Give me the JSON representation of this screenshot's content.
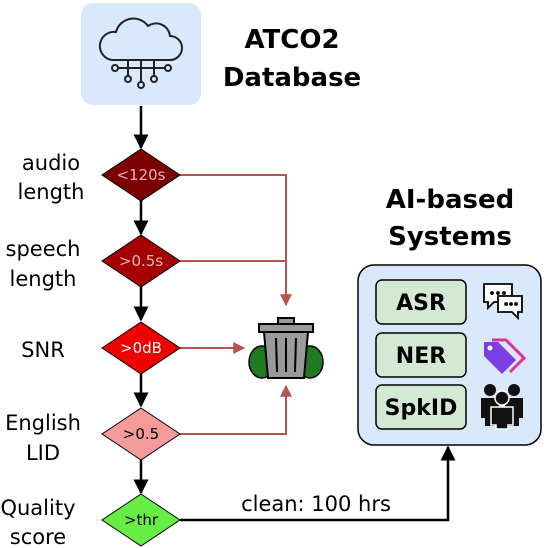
{
  "database": {
    "line1": "ATCO2",
    "line2": "Database",
    "icon": "cloud-database-icon"
  },
  "filters": [
    {
      "label_lines": [
        "audio",
        "length"
      ],
      "criterion": "<120s",
      "fill": "#7b0000",
      "text_color": "#f2b0b0"
    },
    {
      "label_lines": [
        "speech",
        "length"
      ],
      "criterion": ">0.5s",
      "fill": "#a40000",
      "text_color": "#f4b6b6"
    },
    {
      "label_lines": [
        "SNR"
      ],
      "criterion": ">0dB",
      "fill": "#ee0000",
      "text_color": "#ffffff"
    },
    {
      "label_lines": [
        "English",
        "LID"
      ],
      "criterion": ">0.5",
      "fill": "#f39b9b",
      "text_color": "#000000"
    },
    {
      "label_lines": [
        "Quality",
        "score"
      ],
      "criterion": ">thr",
      "fill": "#66ee44",
      "text_color": "#000000"
    }
  ],
  "output_label": "clean: 100 hrs",
  "systems": {
    "title_line1": "AI-based",
    "title_line2": "Systems",
    "items": [
      {
        "label": "ASR",
        "icon": "chat-bubbles-icon"
      },
      {
        "label": "NER",
        "icon": "tags-icon"
      },
      {
        "label": "SpkID",
        "icon": "people-group-icon"
      }
    ]
  },
  "trash_icon": "trash-can-icon",
  "colors": {
    "reject_arrow": "#b85450",
    "systems_panel": "#dae8fc",
    "item_box": "#d5e8d4"
  }
}
